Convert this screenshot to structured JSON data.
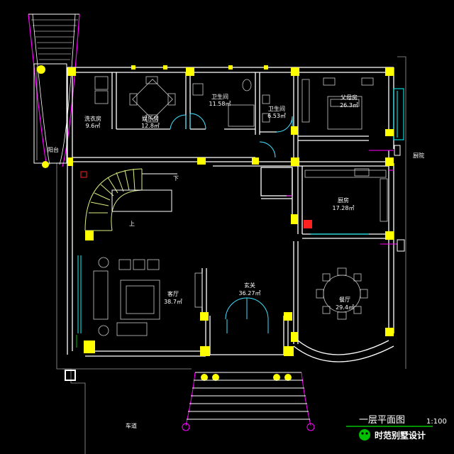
{
  "drawing": {
    "title": "一层平面图",
    "scale": "1:100",
    "watermark": "时范别墅设计"
  },
  "rooms": {
    "laundry": {
      "name": "洗衣房",
      "area": "9.6㎡"
    },
    "entertainment": {
      "name": "娱乐房",
      "area": "12.8㎡"
    },
    "bath1": {
      "name": "卫生间",
      "area": "11.58㎡"
    },
    "bath2": {
      "name": "卫生间",
      "area": "6.53㎡"
    },
    "elder": {
      "name": "父母房",
      "area": "26.3㎡"
    },
    "balcony": {
      "name": "阳台"
    },
    "kitchen": {
      "name": "厨房",
      "area": "17.28㎡"
    },
    "living": {
      "name": "客厅",
      "area": "38.7㎡"
    },
    "foyer": {
      "name": "玄关",
      "area": "36.27㎡"
    },
    "dining": {
      "name": "餐厅",
      "area": "29.4㎡"
    },
    "garage": {
      "name": "车道"
    },
    "side": {
      "name": "厨院"
    }
  },
  "stair": {
    "up": "上",
    "down": "下"
  },
  "colors": {
    "wall": "#ffffff",
    "column": "#ffff00",
    "furniture": "#c8c8c8",
    "stair": "#d8f080",
    "window": "#00ffff",
    "door": "#40e0ff",
    "magenta": "#ff00ff",
    "red": "#ff2020",
    "green": "#00c000",
    "cyan": "#00ffff"
  }
}
